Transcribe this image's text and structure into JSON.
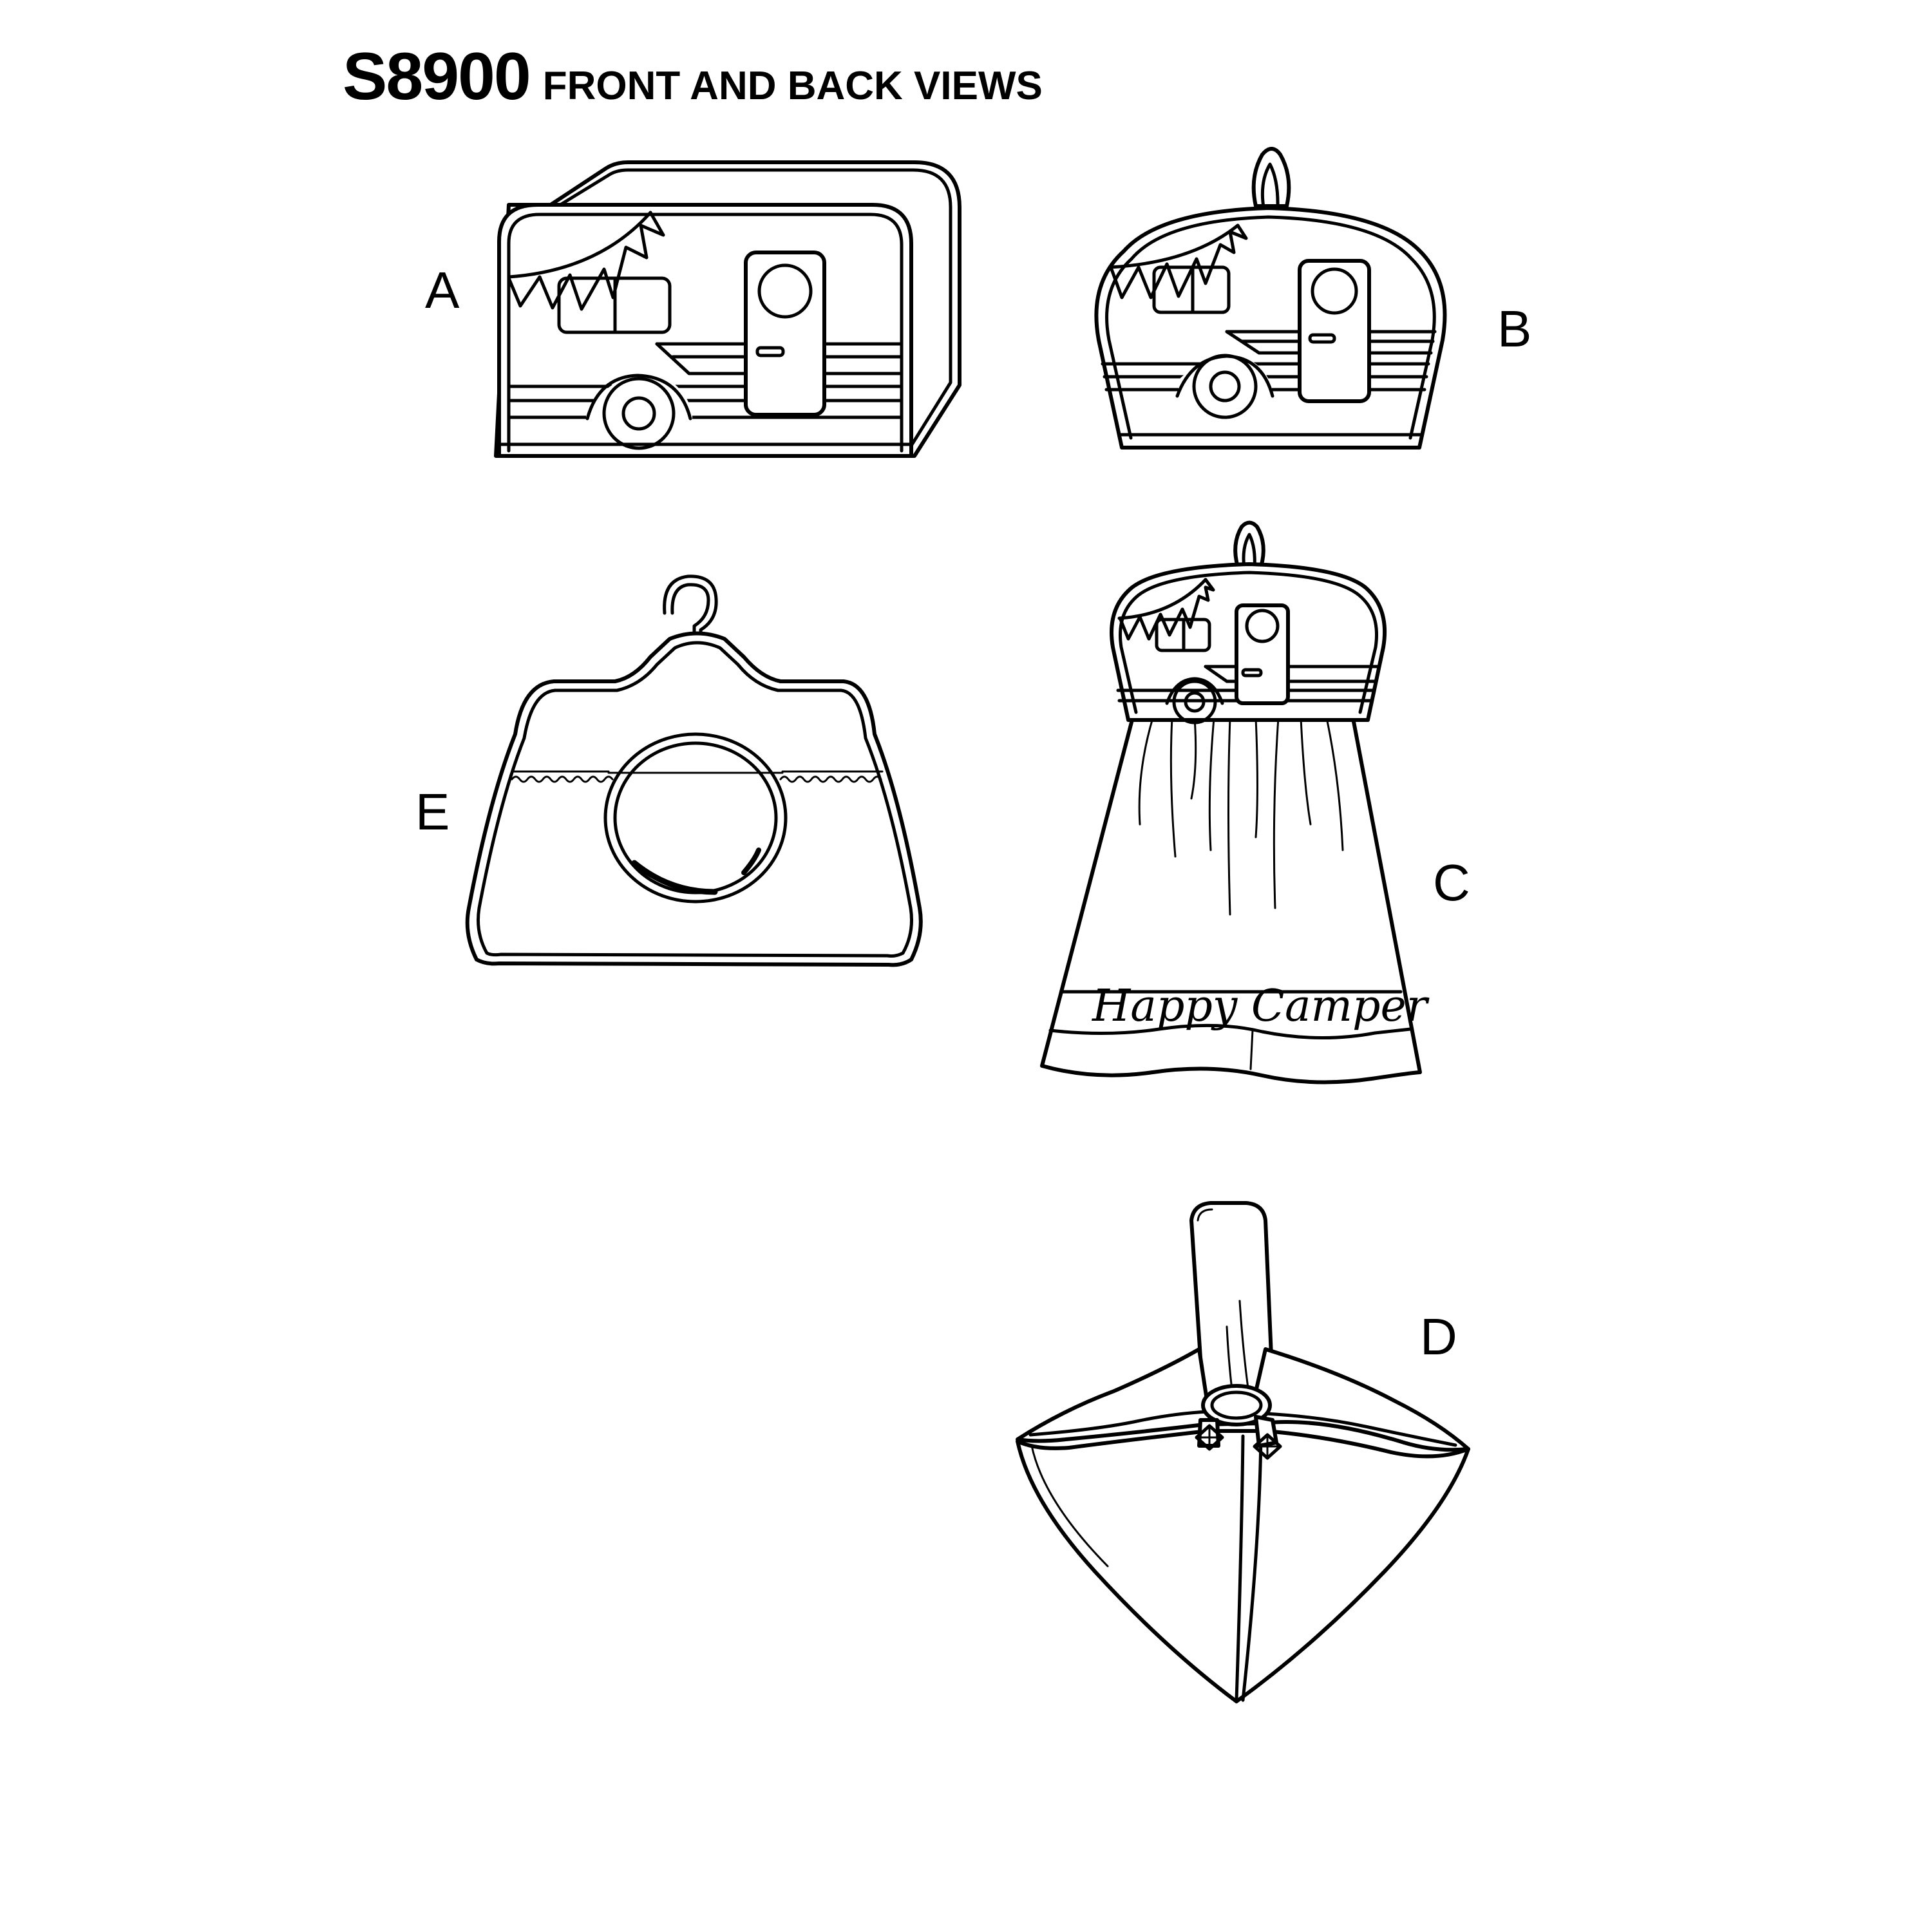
{
  "header": {
    "pattern_number": "S8900",
    "subtitle": "FRONT AND BACK VIEWS"
  },
  "views": {
    "a": {
      "label": "A"
    },
    "b": {
      "label": "B"
    },
    "c": {
      "label": "C",
      "embroidery": "Happy Camper"
    },
    "d": {
      "label": "D"
    },
    "e": {
      "label": "E"
    }
  }
}
